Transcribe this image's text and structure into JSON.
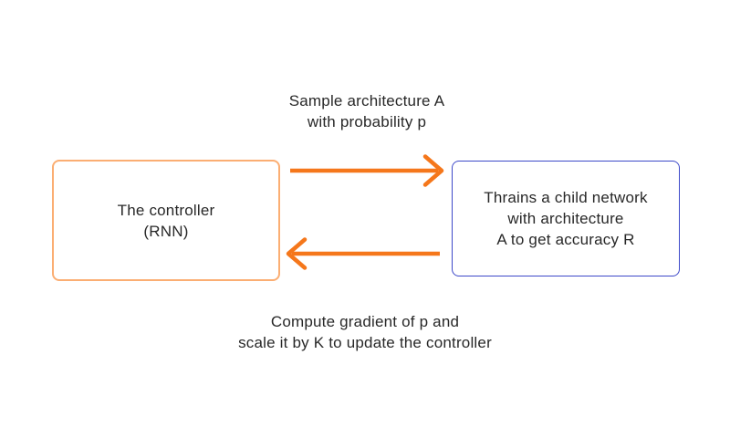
{
  "colors": {
    "background": "#ffffff",
    "text": "#282828",
    "arrow": "#F5771B",
    "controller_box_border": "#FBAE73",
    "child_box_border": "#3D49C9"
  },
  "labels": {
    "top_lines": [
      "Sample architecture A",
      "with probability p"
    ],
    "bottom_lines": [
      "Compute gradient of p and",
      "scale it by K to update the controller"
    ]
  },
  "nodes": {
    "controller": {
      "lines": [
        "The controller",
        "(RNN)"
      ]
    },
    "child_network": {
      "lines": [
        "Thrains a child network",
        "with architecture",
        "A to get accuracy R"
      ]
    }
  },
  "arrows": {
    "top": {
      "direction": "right",
      "from": "controller",
      "to": "child_network"
    },
    "bottom": {
      "direction": "left",
      "from": "child_network",
      "to": "controller"
    }
  }
}
